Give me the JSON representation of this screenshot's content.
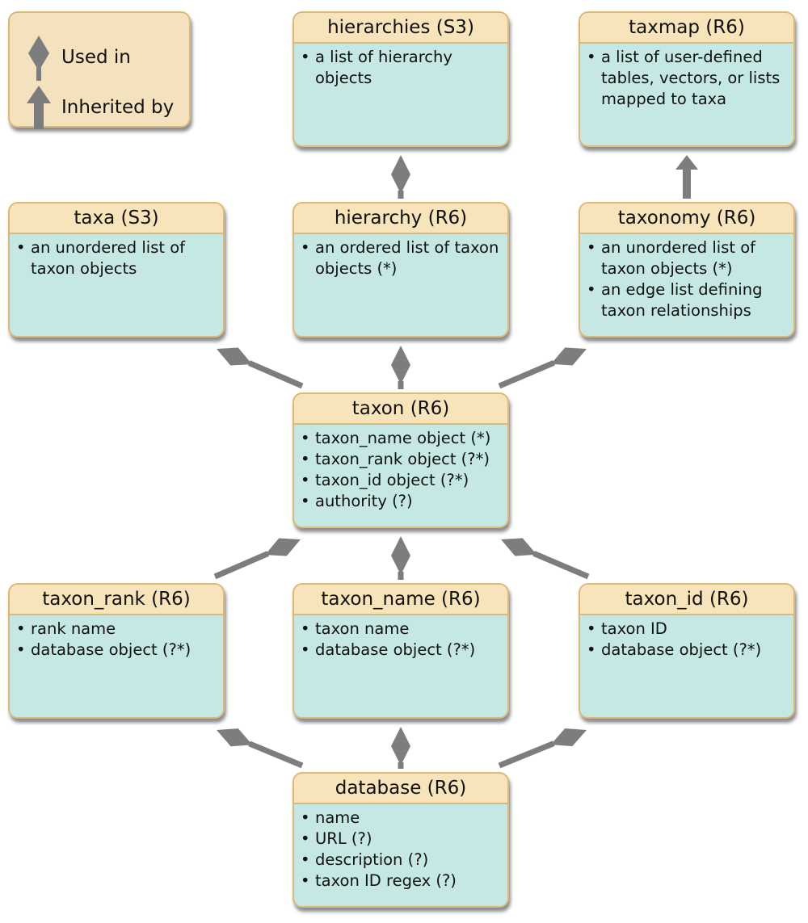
{
  "legend": {
    "used_in": "Used in",
    "inherited_by": "Inherited by"
  },
  "colors": {
    "header_fill": "#f8e4bb",
    "body_fill": "#c6e8e4",
    "border": "#ddb978",
    "connector": "#7d7d7d"
  },
  "nodes": {
    "hierarchies": {
      "title": "hierarchies (S3)",
      "items": [
        "a list of hierarchy objects"
      ]
    },
    "taxmap": {
      "title": "taxmap (R6)",
      "items": [
        "a list of user-defined tables, vectors, or lists mapped to taxa"
      ]
    },
    "taxa": {
      "title": "taxa (S3)",
      "items": [
        "an unordered list of taxon objects"
      ]
    },
    "hierarchy": {
      "title": "hierarchy (R6)",
      "items": [
        "an ordered list of taxon objects (*)"
      ]
    },
    "taxonomy": {
      "title": "taxonomy (R6)",
      "items": [
        "an unordered list of taxon objects (*)",
        "an edge list defining taxon relationships"
      ]
    },
    "taxon": {
      "title": "taxon (R6)",
      "items": [
        "taxon_name object (*)",
        "taxon_rank object (?*)",
        "taxon_id object (?*)",
        "authority (?)"
      ]
    },
    "taxon_rank": {
      "title": "taxon_rank (R6)",
      "items": [
        "rank name",
        "database object (?*)"
      ]
    },
    "taxon_name": {
      "title": "taxon_name (R6)",
      "items": [
        "taxon name",
        "database object (?*)"
      ]
    },
    "taxon_id": {
      "title": "taxon_id (R6)",
      "items": [
        "taxon ID",
        "database object (?*)"
      ]
    },
    "database": {
      "title": "database (R6)",
      "items": [
        "name",
        "URL (?)",
        "description (?)",
        "taxon ID regex (?)"
      ]
    }
  },
  "edges": [
    {
      "from": "hierarchy",
      "to": "hierarchies",
      "type": "used_in"
    },
    {
      "from": "taxonomy",
      "to": "taxmap",
      "type": "inherited_by"
    },
    {
      "from": "taxon",
      "to": "hierarchy",
      "type": "used_in"
    },
    {
      "from": "taxon",
      "to": "taxa",
      "type": "used_in"
    },
    {
      "from": "taxon",
      "to": "taxonomy",
      "type": "used_in"
    },
    {
      "from": "taxon_rank",
      "to": "taxon",
      "type": "used_in"
    },
    {
      "from": "taxon_name",
      "to": "taxon",
      "type": "used_in"
    },
    {
      "from": "taxon_id",
      "to": "taxon",
      "type": "used_in"
    },
    {
      "from": "database",
      "to": "taxon_rank",
      "type": "used_in"
    },
    {
      "from": "database",
      "to": "taxon_name",
      "type": "used_in"
    },
    {
      "from": "database",
      "to": "taxon_id",
      "type": "used_in"
    }
  ]
}
